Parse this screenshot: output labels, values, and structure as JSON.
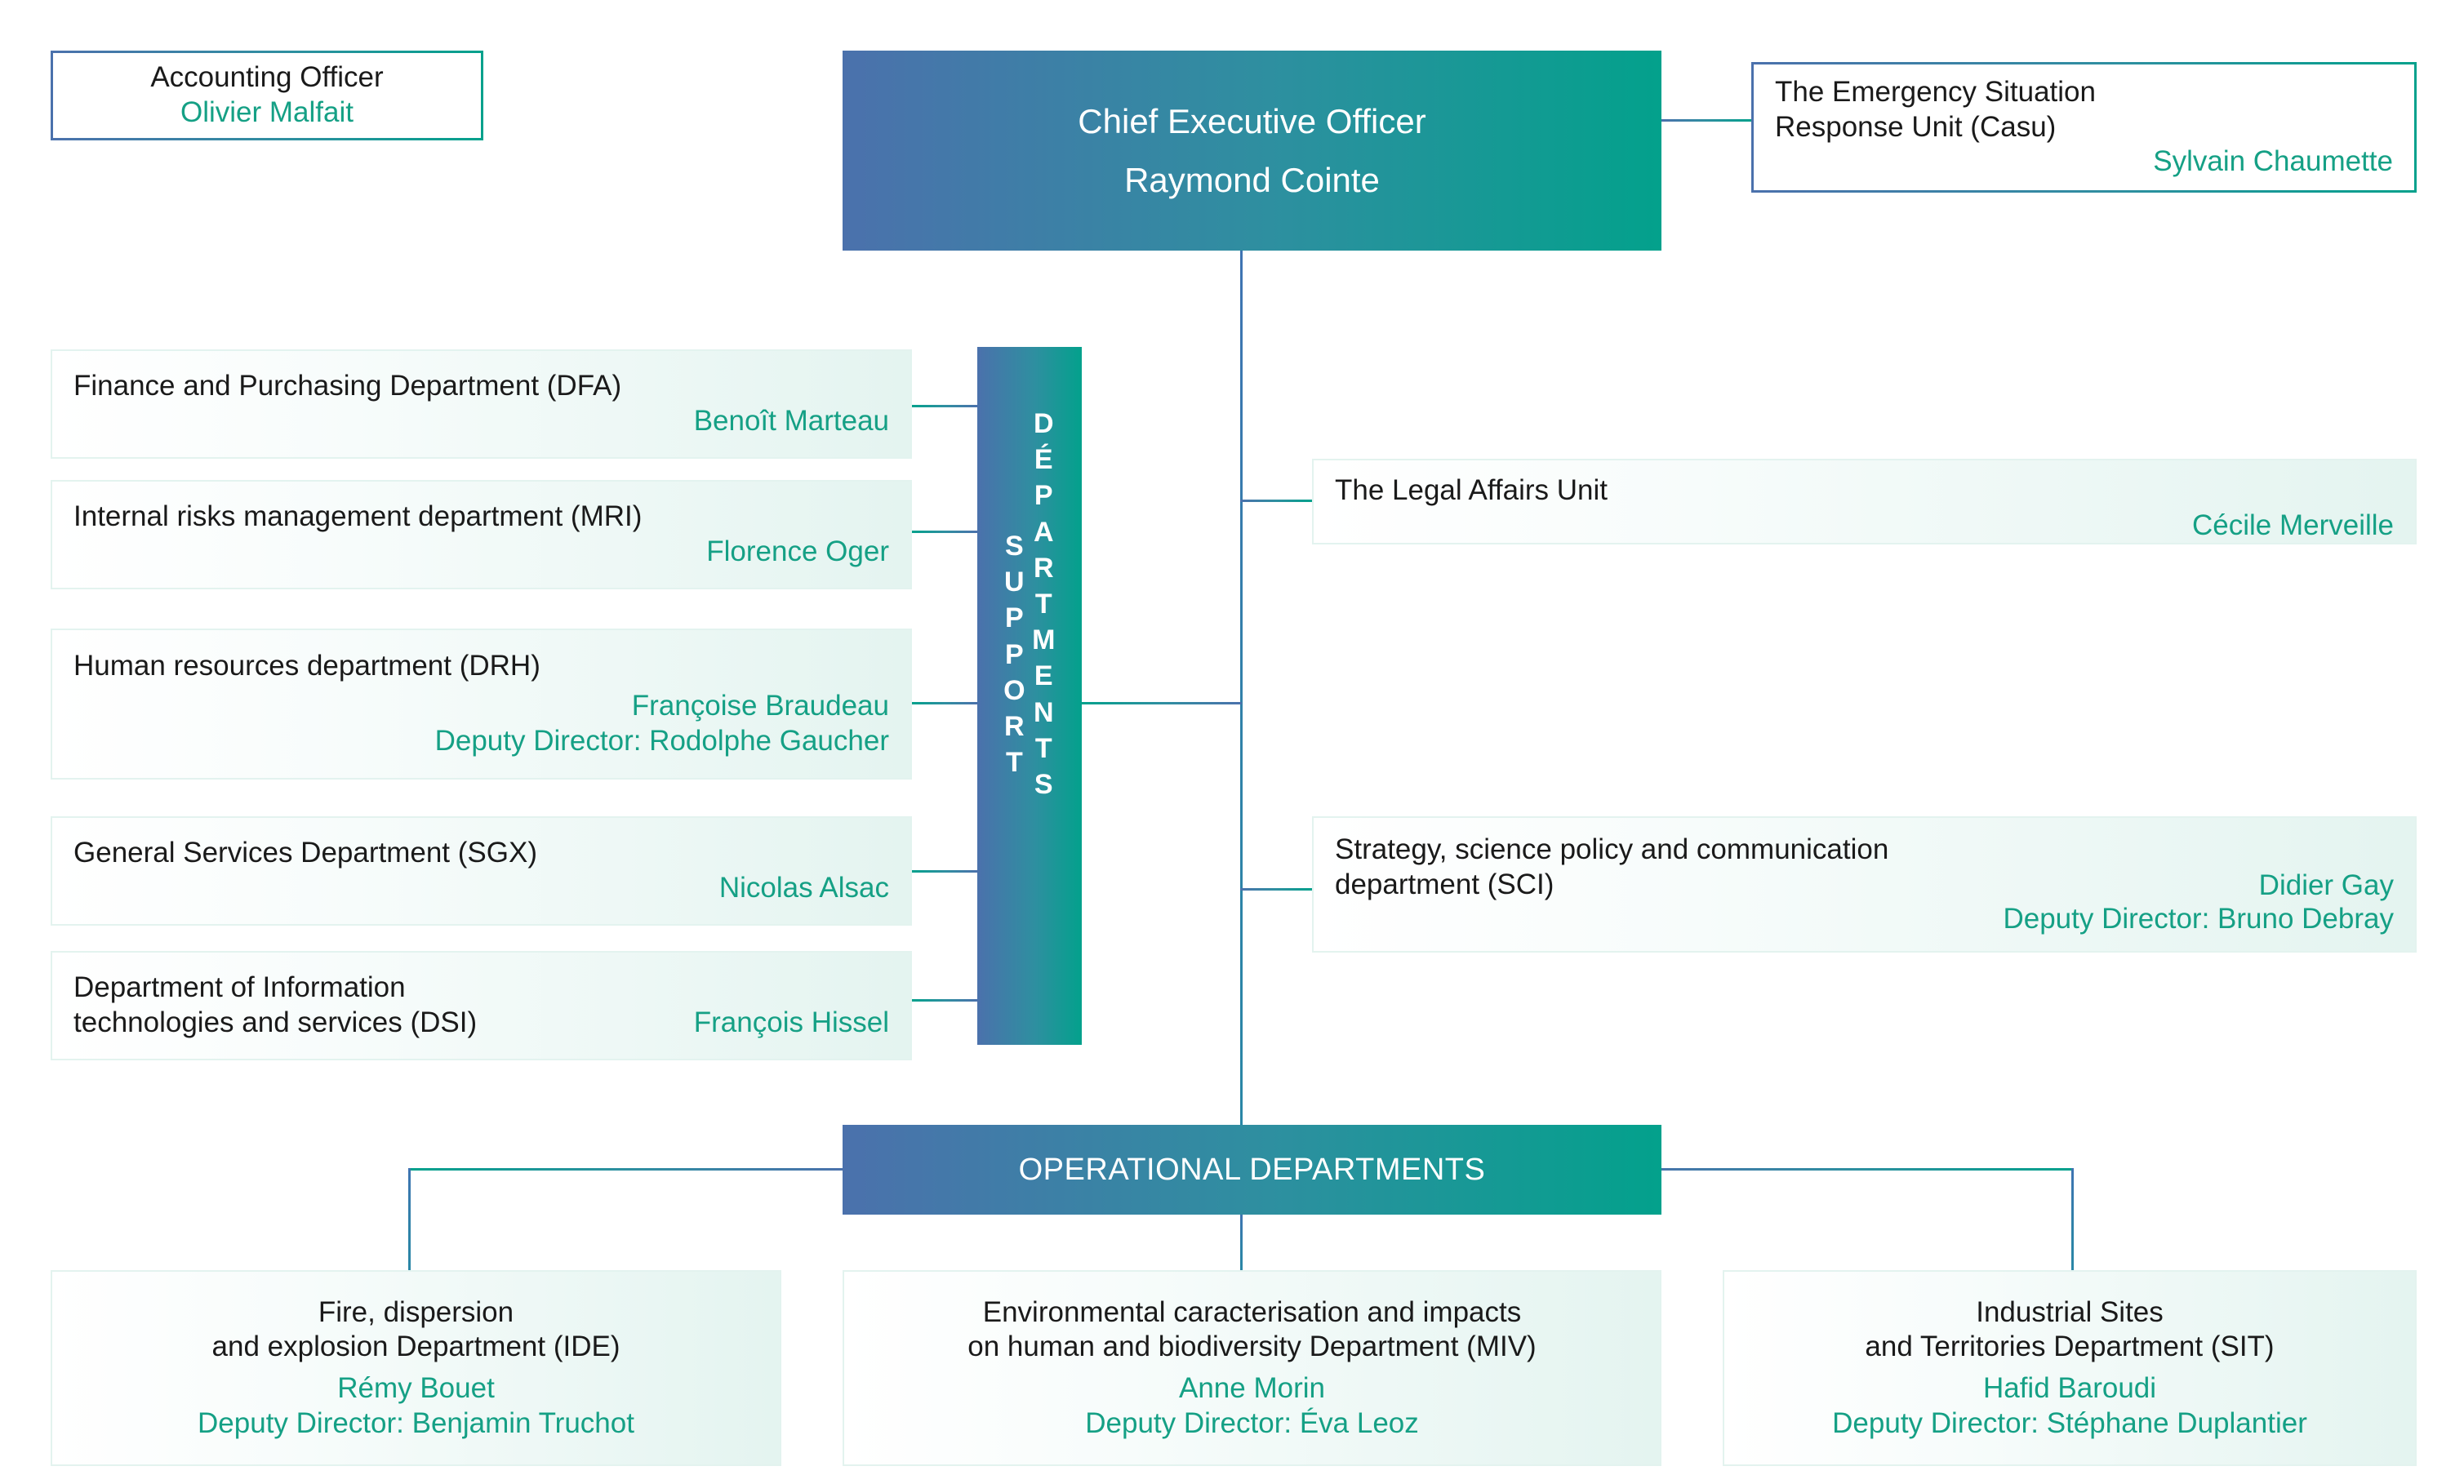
{
  "colors": {
    "brand_blue": "#4B71AC",
    "brand_teal": "#03A18C",
    "person_text": "#15A085",
    "title_text": "#1a1a1a",
    "box_tint": "#e4f4f0"
  },
  "accounting_officer": {
    "title": "Accounting Officer",
    "person": "Olivier Malfait"
  },
  "ceo": {
    "title": "Chief Executive Officer",
    "person": "Raymond Cointe"
  },
  "casu": {
    "title_line1": "The Emergency Situation",
    "title_line2": "Response Unit (Casu)",
    "person": "Sylvain Chaumette"
  },
  "support_bar": {
    "word_left": "SUPPORT",
    "word_right": "DÉPARTMENTS"
  },
  "support_departments_left": [
    {
      "title": "Finance and Purchasing Department (DFA)",
      "person": "Benoît Marteau",
      "deputy": ""
    },
    {
      "title": "Internal risks management department (MRI)",
      "person": "Florence Oger",
      "deputy": ""
    },
    {
      "title": "Human resources department (DRH)",
      "person": "Françoise Braudeau",
      "deputy": "Deputy Director: Rodolphe Gaucher"
    },
    {
      "title": "General Services Department (SGX)",
      "person": "Nicolas Alsac",
      "deputy": ""
    },
    {
      "title_line1": "Department of Information",
      "title_line2": "technologies and services (DSI)",
      "person": "François Hissel",
      "deputy": ""
    }
  ],
  "support_departments_right": [
    {
      "title": "The Legal Affairs Unit",
      "person": "Cécile Merveille",
      "deputy": ""
    },
    {
      "title_line1": "Strategy, science policy and communication",
      "title_line2": "department (SCI)",
      "person": "Didier Gay",
      "deputy": "Deputy Director: Bruno Debray"
    }
  ],
  "operational_banner": {
    "label": "OPERATIONAL DEPARTMENTS"
  },
  "operational_departments": [
    {
      "title_line1": "Fire, dispersion",
      "title_line2": "and explosion Department (IDE)",
      "person": "Rémy Bouet",
      "deputy": "Deputy Director: Benjamin Truchot"
    },
    {
      "title_line1": "Environmental caracterisation and impacts",
      "title_line2": "on human and biodiversity Department (MIV)",
      "person": "Anne Morin",
      "deputy": "Deputy Director: Éva Leoz"
    },
    {
      "title_line1": "Industrial Sites",
      "title_line2": "and Territories Department (SIT)",
      "person": "Hafid Baroudi",
      "deputy": "Deputy Director: Stéphane Duplantier"
    }
  ]
}
